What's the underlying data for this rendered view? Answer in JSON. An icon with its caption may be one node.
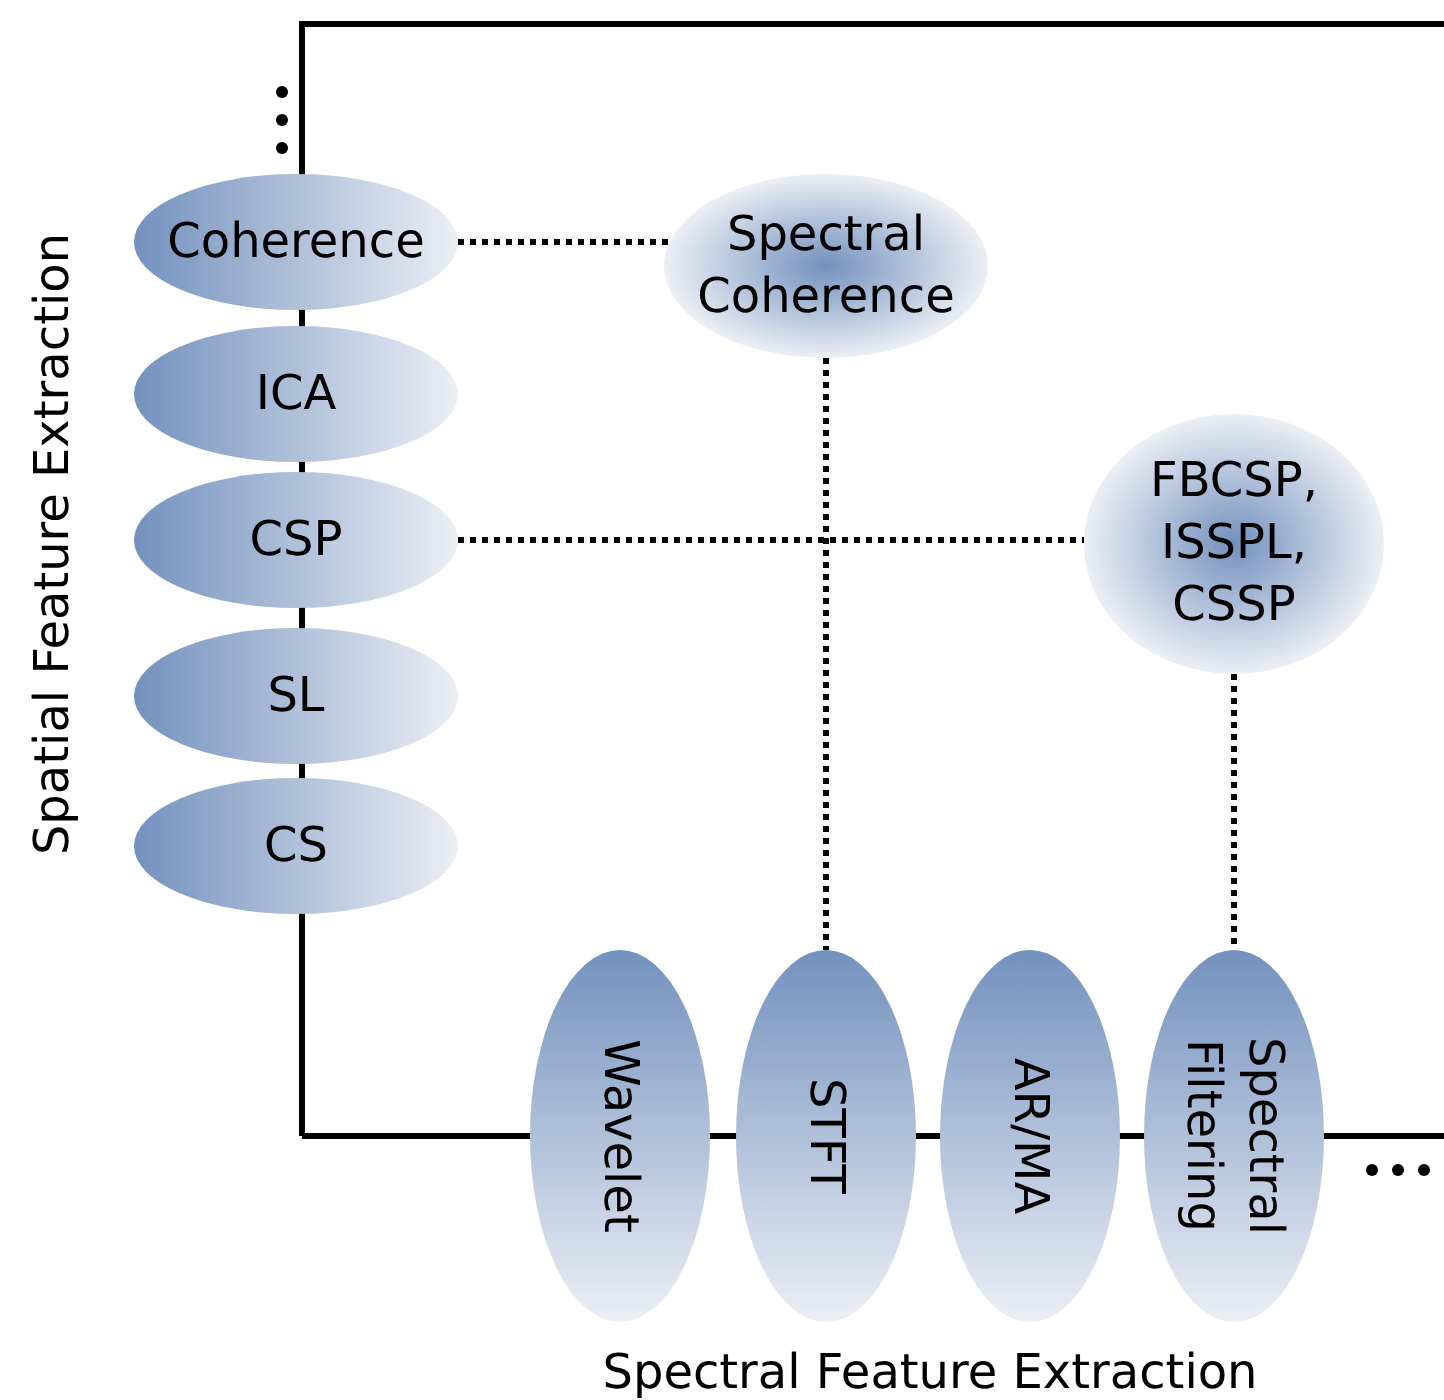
{
  "diagram": {
    "nodes": [
      {
        "text": [
          "Coherence"
        ]
      },
      {
        "text": [
          "ICA"
        ]
      },
      {
        "text": [
          "CSP"
        ]
      },
      {
        "text": [
          "SL"
        ]
      },
      {
        "text": [
          "CS"
        ]
      },
      {
        "text": [
          "Spectral Coherence"
        ]
      },
      {
        "text": [
          "FBCSP, ISSPL, CSSP"
        ]
      },
      {
        "text": [
          "Wavelet"
        ]
      },
      {
        "text": [
          "STFT"
        ]
      },
      {
        "text": [
          "AR/MA"
        ]
      },
      {
        "text": [
          "Spectral Filtering"
        ]
      }
    ],
    "edges": [
      {
        "from": 0,
        "to": 5,
        "arrow": "none",
        "style": "dashed"
      },
      {
        "from": 5,
        "to": 8,
        "arrow": "none",
        "style": "dashed"
      },
      {
        "from": 2,
        "to": 6,
        "arrow": "none",
        "style": "dashed"
      },
      {
        "from": 6,
        "to": 10,
        "arrow": "none",
        "style": "dashed"
      }
    ],
    "labels": [
      "Spatial Feature Extraction",
      "Spectral Feature Extraction"
    ]
  }
}
